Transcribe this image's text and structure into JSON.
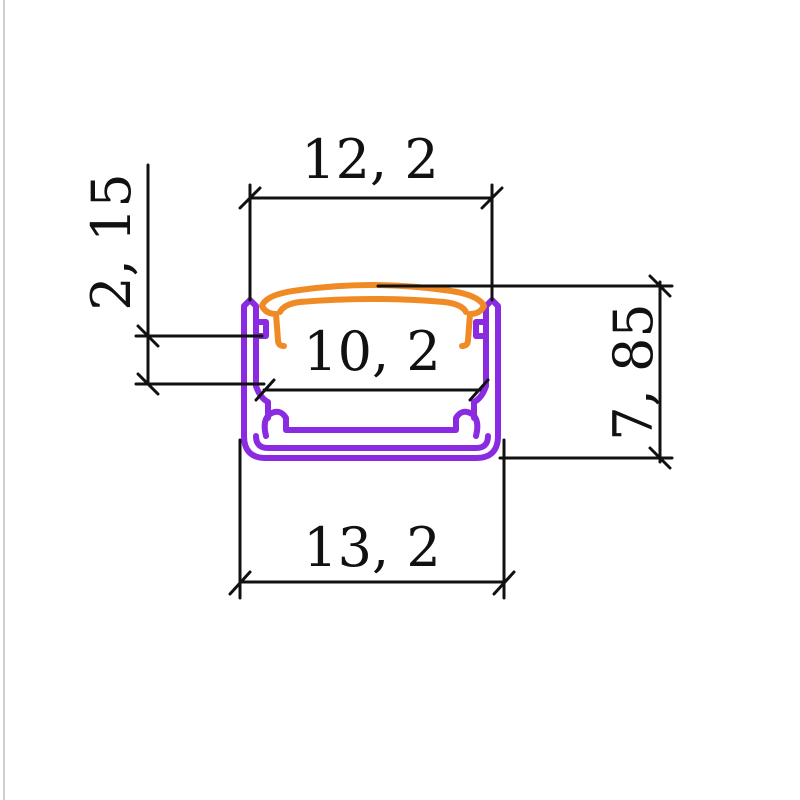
{
  "diagram": {
    "colors": {
      "background": "#ffffff",
      "housing": "#8a2be2",
      "cover": "#f08a24",
      "dimension": "#111111"
    },
    "dimensions": {
      "top_width": "12, 2",
      "inner_width": "10, 2",
      "bottom_width": "13, 2",
      "left_height": "2, 15",
      "right_height": "7, 85"
    }
  }
}
